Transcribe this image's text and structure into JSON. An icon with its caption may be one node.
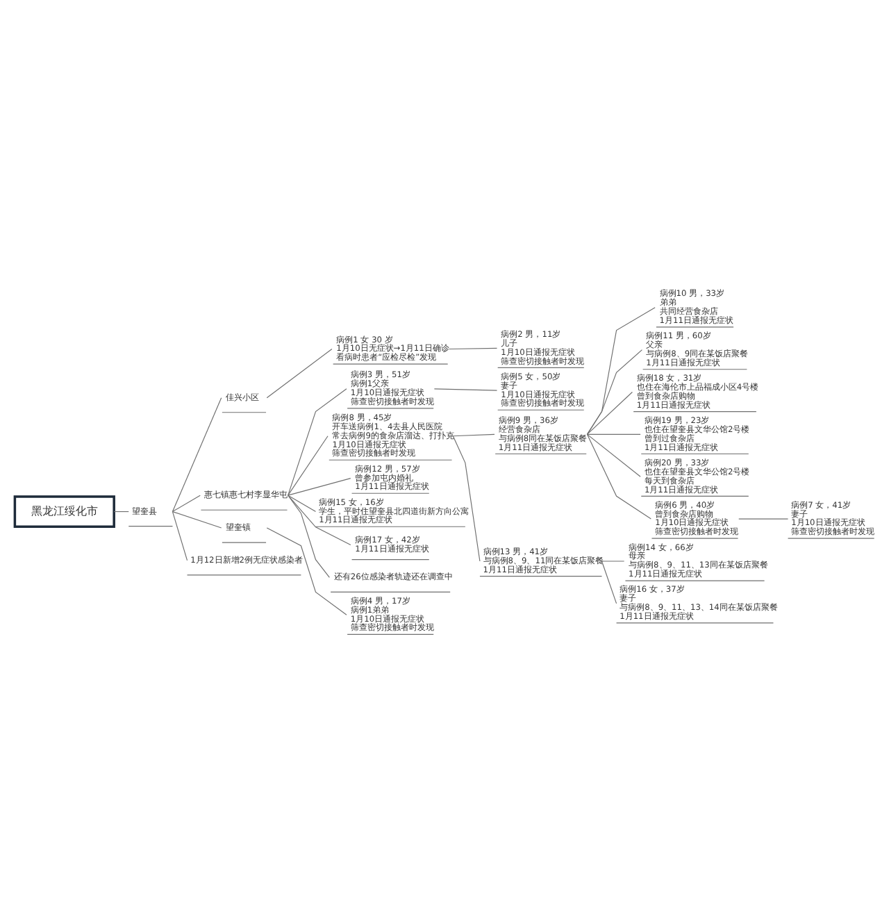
{
  "diagram": {
    "nodes": [
      {
        "text": [
          "黑龙江绥化市"
        ]
      },
      {
        "text": [
          "望奎县"
        ]
      },
      {
        "text": [
          "佳兴小区"
        ]
      },
      {
        "text": [
          "病例1 女 30 岁",
          "1月10日无症状→1月11日确诊",
          "看病时患者“应检尽检”发现"
        ]
      },
      {
        "text": [
          "病例2 男，11岁",
          "儿子",
          "1月10日通报无症状",
          "筛查密切接触者时发现"
        ]
      },
      {
        "text": [
          "惠七镇惠七村李显华屯"
        ]
      },
      {
        "text": [
          "病例3 男，51岁",
          "病例1父亲",
          "1月10日通报无症状",
          "筛查密切接触者时发现"
        ]
      },
      {
        "text": [
          "病例5 女，50岁",
          "妻子",
          "1月10日通报无症状",
          "筛查密切接触者时发现"
        ]
      },
      {
        "text": [
          "病例8 男，45岁",
          "开车送病例1、4去县人民医院",
          "常去病例9的食杂店溜达、打扑克",
          "1月10日通报无症状",
          "筛查密切接触者时发现"
        ]
      },
      {
        "text": [
          "病例9 男，36岁",
          "经营食杂店",
          "与病例8同在某饭店聚餐",
          "1月11日通报无症状"
        ]
      },
      {
        "text": [
          "病例10 男，33岁",
          "弟弟",
          "共同经营食杂店",
          "1月11日通报无症状"
        ]
      },
      {
        "text": [
          "病例11 男，60岁",
          "父亲",
          "与病例8、9同在某饭店聚餐",
          "1月11日通报无症状"
        ]
      },
      {
        "text": [
          "病例18 女，31岁",
          "也住在海伦市上品福成小区4号楼",
          "曾到食杂店购物",
          "1月11日通报无症状"
        ]
      },
      {
        "text": [
          "病例19 男，23岁",
          "也住在望奎县文华公馆2号楼",
          "曾到过食杂店",
          "1月11日通报无症状"
        ]
      },
      {
        "text": [
          "病例20 男，33岁",
          "也住在望奎县文华公馆2号楼",
          "每天到食杂店",
          "1月11日通报无症状"
        ]
      },
      {
        "text": [
          "病例6 男，40岁",
          "曾到食杂店购物",
          "1月10日通报无症状",
          "筛查密切接触者时发现"
        ]
      },
      {
        "text": [
          "病例7 女，41岁",
          "妻子",
          "1月10日通报无症状",
          "筛查密切接触者时发现"
        ]
      },
      {
        "text": [
          "病例13 男，41岁",
          "与病例8、9、11同在某饭店聚餐",
          "1月11日通报无症状"
        ]
      },
      {
        "text": [
          "病例14 女，66岁",
          "母亲",
          "与病例8、9、11、13同在某饭店聚餐",
          "1月11日通报无症状"
        ]
      },
      {
        "text": [
          "病例16 女，37岁",
          "妻子",
          "与病例8、9、11、13、14同在某饭店聚餐",
          "1月11日通报无症状"
        ]
      },
      {
        "text": [
          "病例12 男，57岁",
          "曾参加屯内婚礼",
          "1月11日通报无症状"
        ]
      },
      {
        "text": [
          "病例15 女，16岁",
          "学生，平时住望奎县北四道街新方向公寓",
          "1月11日通报无症状"
        ]
      },
      {
        "text": [
          "病例17 女，42岁",
          "1月11日通报无症状"
        ]
      },
      {
        "text": [
          "还有26位感染者轨迹还在调查中"
        ]
      },
      {
        "text": [
          "望奎镇"
        ]
      },
      {
        "text": [
          "病例4 男，17岁",
          "病例1弟弟",
          "1月10日通报无症状",
          "筛查密切接触者时发现"
        ]
      },
      {
        "text": [
          "1月12日新增2例无症状感染者"
        ]
      }
    ],
    "edges": [
      {
        "from": 0,
        "to": 1,
        "arrow": "none"
      },
      {
        "from": 1,
        "to": 2,
        "arrow": "none"
      },
      {
        "from": 2,
        "to": 3,
        "arrow": "none"
      },
      {
        "from": 3,
        "to": 4,
        "arrow": "none"
      },
      {
        "from": 1,
        "to": 5,
        "arrow": "none"
      },
      {
        "from": 5,
        "to": 6,
        "arrow": "none"
      },
      {
        "from": 6,
        "to": 7,
        "arrow": "none"
      },
      {
        "from": 5,
        "to": 8,
        "arrow": "none"
      },
      {
        "from": 8,
        "to": 9,
        "arrow": "none"
      },
      {
        "from": 9,
        "to": 10,
        "arrow": "none"
      },
      {
        "from": 9,
        "to": 11,
        "arrow": "none"
      },
      {
        "from": 9,
        "to": 12,
        "arrow": "none"
      },
      {
        "from": 9,
        "to": 13,
        "arrow": "none"
      },
      {
        "from": 9,
        "to": 14,
        "arrow": "none"
      },
      {
        "from": 9,
        "to": 15,
        "arrow": "none"
      },
      {
        "from": 15,
        "to": 16,
        "arrow": "none"
      },
      {
        "from": 8,
        "to": 17,
        "arrow": "none"
      },
      {
        "from": 17,
        "to": 18,
        "arrow": "none"
      },
      {
        "from": 17,
        "to": 19,
        "arrow": "none"
      },
      {
        "from": 5,
        "to": 20,
        "arrow": "none"
      },
      {
        "from": 5,
        "to": 21,
        "arrow": "none"
      },
      {
        "from": 5,
        "to": 22,
        "arrow": "none"
      },
      {
        "from": 5,
        "to": 23,
        "arrow": "none"
      },
      {
        "from": 1,
        "to": 24,
        "arrow": "none"
      },
      {
        "from": 24,
        "to": 25,
        "arrow": "none"
      },
      {
        "from": 1,
        "to": 26,
        "arrow": "none"
      }
    ]
  }
}
